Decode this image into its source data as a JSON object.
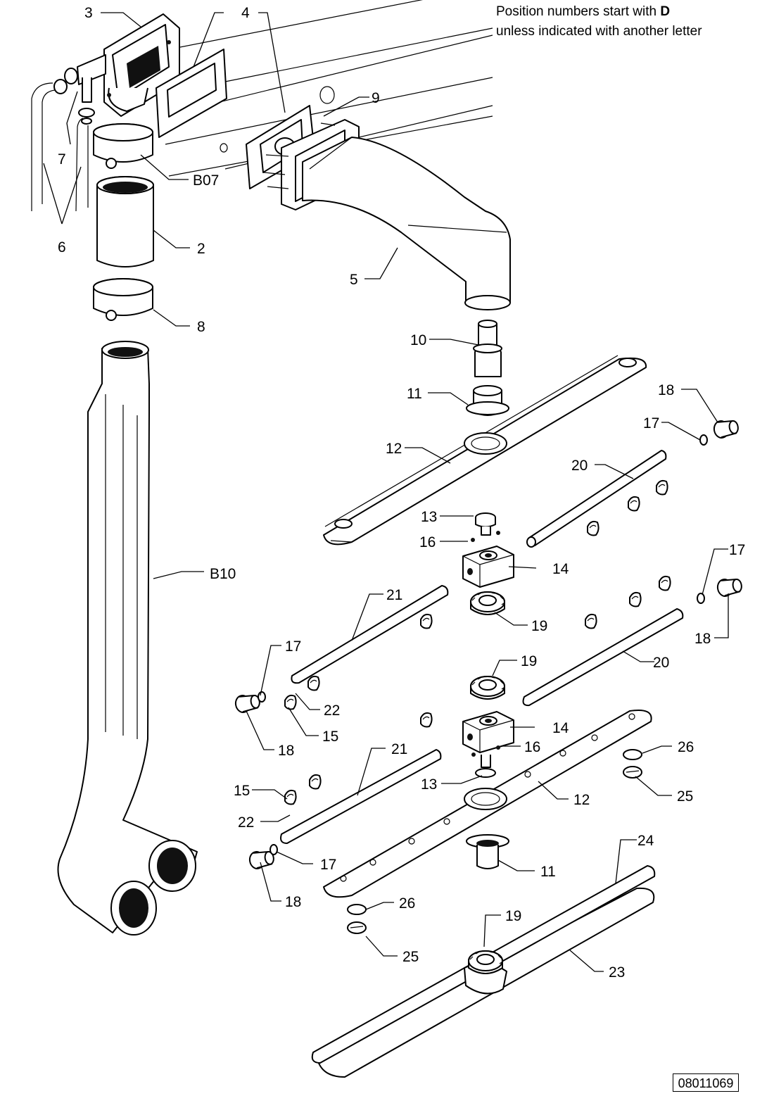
{
  "note": {
    "line1_prefix": "Position numbers start with ",
    "line1_bold": "D",
    "line2": "unless indicated with another letter"
  },
  "drawing_number": "08011069",
  "callouts": {
    "c3": "3",
    "c4": "4",
    "c9": "9",
    "c7": "7",
    "cB07": "B07",
    "c6": "6",
    "c2": "2",
    "c5": "5",
    "c8": "8",
    "c10": "10",
    "c11a": "11",
    "c18a": "18",
    "c17a": "17",
    "c12a": "12",
    "c20a": "20",
    "c13a": "13",
    "c16a": "16",
    "c14a": "14",
    "cB10": "B10",
    "c21a": "21",
    "c17b": "17",
    "c19a": "19",
    "c18b": "18",
    "c17c": "17",
    "c19b": "19",
    "c20b": "20",
    "c22a": "22",
    "c15a": "15",
    "c18c": "18",
    "c14b": "14",
    "c16b": "16",
    "c21b": "21",
    "c26a": "26",
    "c15b": "15",
    "c13b": "13",
    "c12b": "12",
    "c25a": "25",
    "c22b": "22",
    "c17d": "17",
    "c11b": "11",
    "c24": "24",
    "c18d": "18",
    "c26b": "26",
    "c19c": "19",
    "c25b": "25",
    "c23": "23"
  },
  "icons": {
    "hose-clamp": "clamp-icon",
    "spray-nozzle": "nozzle-icon"
  }
}
